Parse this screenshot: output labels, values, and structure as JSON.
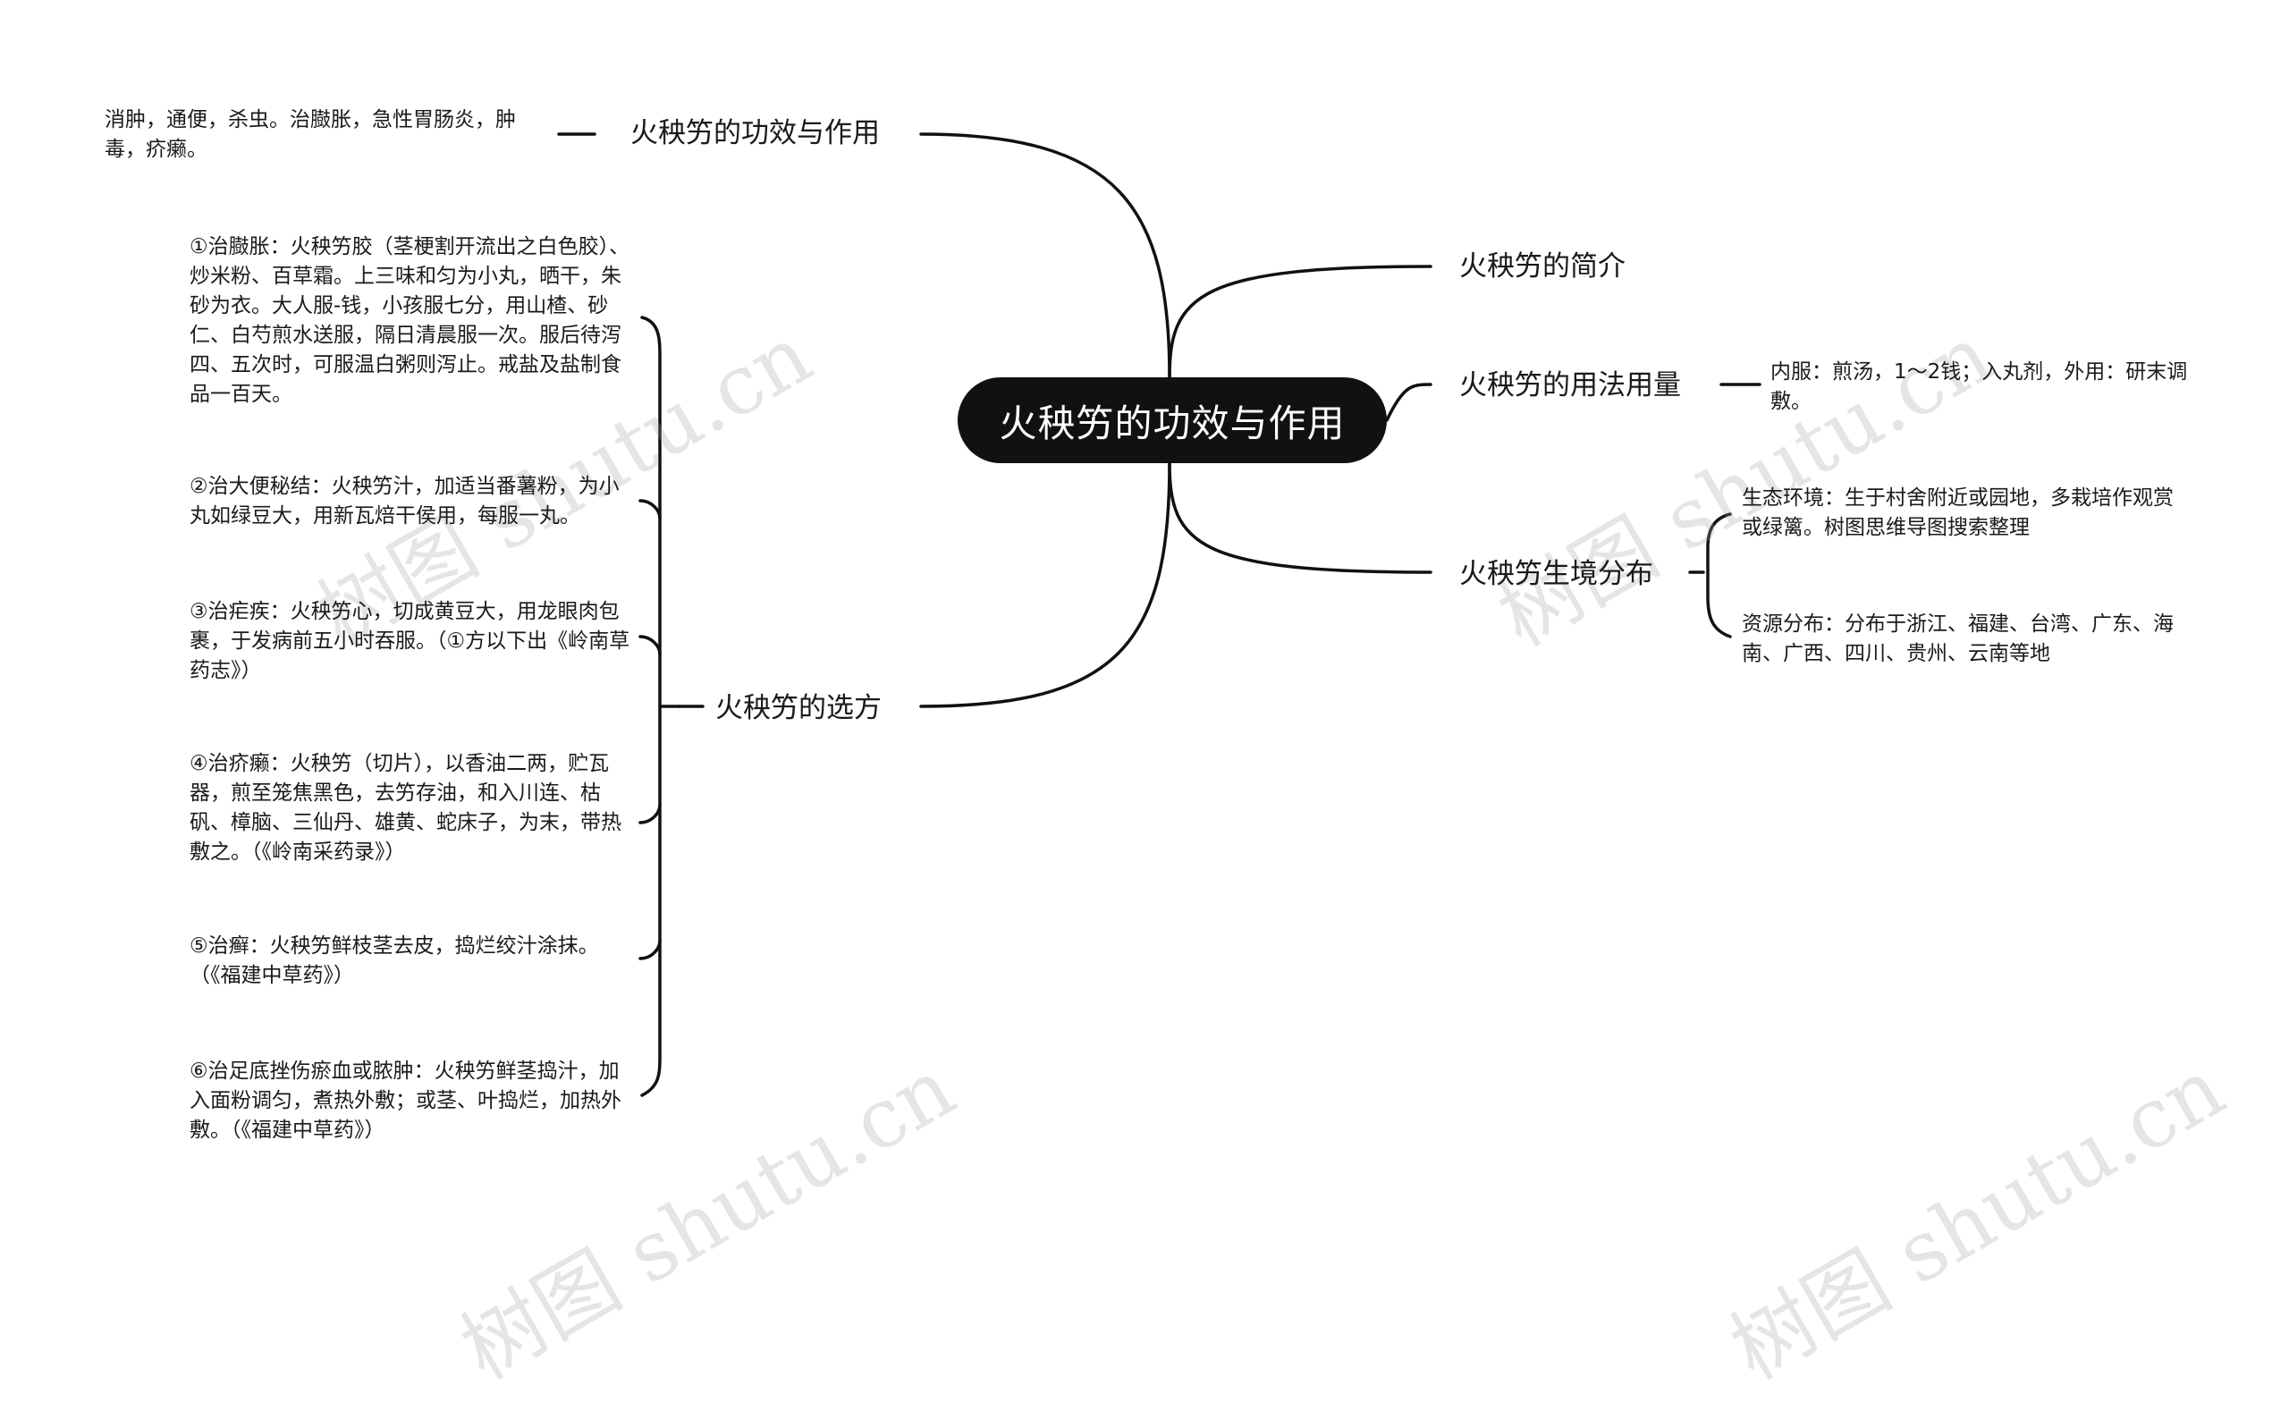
{
  "root": {
    "label": "火秧竻的功效与作用"
  },
  "branches": {
    "gongxiao": {
      "label": "火秧竻的功效与作用",
      "leaf": "消肿，通便，杀虫。治臌胀，急性胃肠炎，肿毒，疥癞。"
    },
    "xuanfang": {
      "label": "火秧竻的选方",
      "leaves": [
        "①治臌胀：火秧竻胶（茎梗割开流出之白色胶）、炒米粉、百草霜。上三味和匀为小丸，晒干，朱砂为衣。大人服-钱，小孩服七分，用山楂、砂仁、白芍煎水送服，隔日清晨服一次。服后待泻四、五次时，可服温白粥则泻止。戒盐及盐制食品一百天。",
        "②治大便秘结：火秧竻汁，加适当番薯粉，为小丸如绿豆大，用新瓦焙干侯用，每服一丸。",
        "③治疟疾：火秧竻心，切成黄豆大，用龙眼肉包裹，于发病前五小时吞服。（①方以下出《岭南草药志》）",
        "④治疥癞：火秧竻（切片），以香油二两，贮瓦器，煎至笼焦黑色，去竻存油，和入川连、枯矾、樟脑、三仙丹、雄黄、蛇床子，为末，带热敷之。（《岭南采药录》）",
        "⑤治癣：火秧竻鲜枝茎去皮，捣烂绞汁涂抹。（《福建中草药》）",
        "⑥治足底挫伤瘀血或脓肿：火秧竻鲜茎捣汁，加入面粉调匀，煮热外敷；或茎、叶捣烂，加热外敷。（《福建中草药》）"
      ]
    },
    "jianjie": {
      "label": "火秧竻的简介"
    },
    "yongfa": {
      "label": "火秧竻的用法用量",
      "leaf": "内服：煎汤，1～2钱；入丸剂，外用：研末调敷。"
    },
    "shengjing": {
      "label": "火秧竻生境分布",
      "leaves": [
        "生态环境：生于村舍附近或园地，多栽培作观赏或绿篱。树图思维导图搜索整理",
        "资源分布：分布于浙江、福建、台湾、广东、海南、广西、四川、贵州、云南等地"
      ]
    }
  },
  "watermark": "树图 shutu.cn",
  "colors": {
    "root_bg": "#111111",
    "line": "#111111"
  }
}
